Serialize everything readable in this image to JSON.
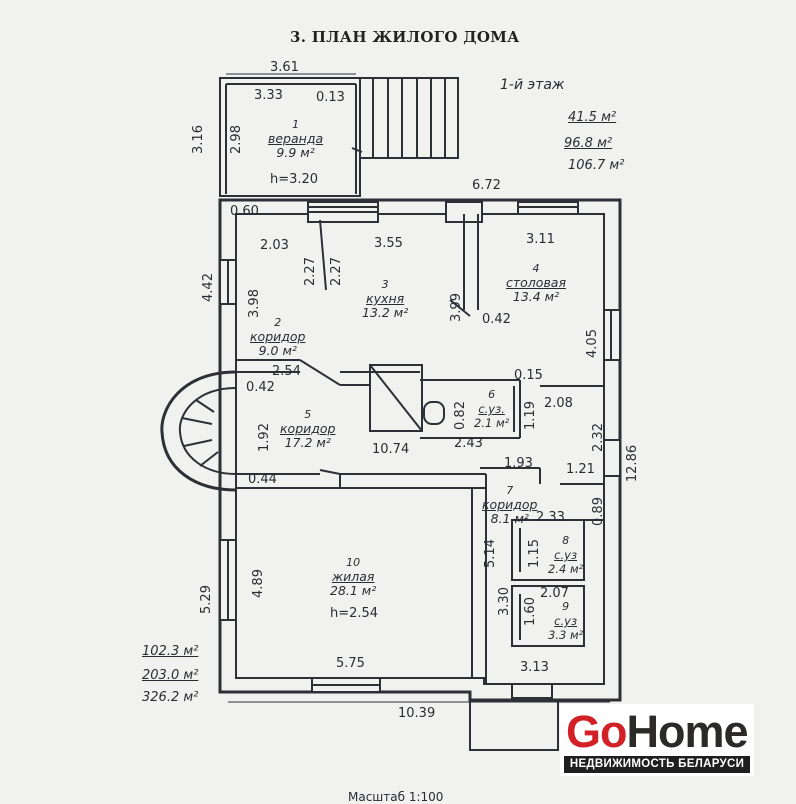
{
  "title": "3. ПЛАН ЖИЛОГО ДОМА",
  "floor": "1-й этаж",
  "summary_top": {
    "a": "41.5 м²",
    "b": "96.8 м²",
    "c": "106.7 м²"
  },
  "summary_bottom": {
    "a": "102.3 м²",
    "b": "203.0 м²",
    "c": "326.2 м²"
  },
  "rooms": [
    {
      "num": "1",
      "name": "веранда",
      "area": "9.9 м²",
      "extra": "h=3.20"
    },
    {
      "num": "2",
      "name": "коридор",
      "area": "9.0 м²"
    },
    {
      "num": "3",
      "name": "кухня",
      "area": "13.2 м²"
    },
    {
      "num": "4",
      "name": "столовая",
      "area": "13.4 м²"
    },
    {
      "num": "5",
      "name": "коридор",
      "area": "17.2 м²"
    },
    {
      "num": "6",
      "name": "с.уз.",
      "area": "2.1 м²"
    },
    {
      "num": "7",
      "name": "коридор",
      "area": "8.1 м²"
    },
    {
      "num": "8",
      "name": "с.уз",
      "area": "2.4 м²"
    },
    {
      "num": "9",
      "name": "с.уз",
      "area": "3.3 м²"
    },
    {
      "num": "10",
      "name": "жилая",
      "area": "28.1 м²",
      "extra": "h=2.54"
    }
  ],
  "dims": {
    "d361": "3.61",
    "d333": "3.33",
    "d013": "0.13",
    "d316": "3.16",
    "d298": "2.98",
    "d672": "6.72",
    "d060": "0.60",
    "d203": "2.03",
    "d355": "3.55",
    "d311": "3.11",
    "d442": "4.42",
    "d398": "3.98",
    "d227a": "2.27",
    "d227b": "2.27",
    "d399": "3.99",
    "d042": "0.42",
    "d405": "4.05",
    "d254": "2.54",
    "d042b": "0.42",
    "d015": "0.15",
    "d208": "2.08",
    "d082": "0.82",
    "d119": "1.19",
    "d192": "1.92",
    "d1074": "10.74",
    "d243": "2.43",
    "d232": "2.32",
    "d1286": "12.86",
    "d193": "1.93",
    "d121": "1.21",
    "d044": "0.44",
    "d089": "0.89",
    "d233": "2.33",
    "d514": "5.14",
    "d115": "1.15",
    "d529": "5.29",
    "d489": "4.89",
    "d330": "3.30",
    "d207": "2.07",
    "d160": "1.60",
    "d575": "5.75",
    "d313": "3.13",
    "d1039": "10.39"
  },
  "logo": {
    "go": "Go",
    "home": "Home",
    "tagline": "НЕДВИЖИМОСТЬ БЕЛАРУСИ"
  },
  "scale": "Масштаб 1:100"
}
